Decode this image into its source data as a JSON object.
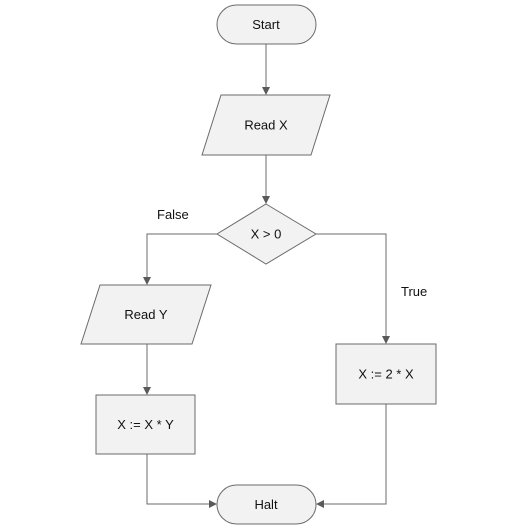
{
  "flowchart": {
    "nodes": {
      "start": {
        "label": "Start",
        "shape": "terminator"
      },
      "read_x": {
        "label": "Read X",
        "shape": "input-output"
      },
      "decision": {
        "label": "X > 0",
        "shape": "decision"
      },
      "read_y": {
        "label": "Read Y",
        "shape": "input-output"
      },
      "assign_mult": {
        "label": "X := X * Y",
        "shape": "process"
      },
      "assign_double": {
        "label": "X := 2 * X",
        "shape": "process"
      },
      "halt": {
        "label": "Halt",
        "shape": "terminator"
      }
    },
    "edges": {
      "false_label": "False",
      "true_label": "True"
    },
    "colors": {
      "fill": "#f2f2f2",
      "stroke": "#6b6b6b",
      "text": "#111111"
    }
  }
}
